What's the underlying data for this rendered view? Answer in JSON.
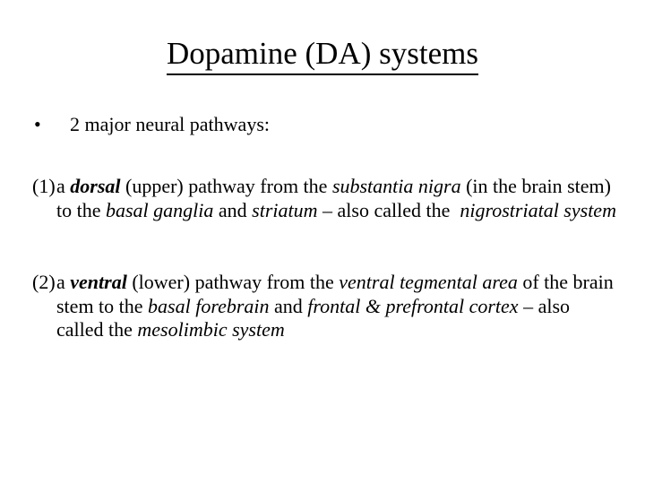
{
  "slide": {
    "title": "Dopamine (DA) systems",
    "background_color": "#ffffff",
    "text_color": "#000000"
  },
  "body": {
    "bullet": {
      "marker": "•",
      "text": "2 major neural pathways:"
    },
    "items": [
      {
        "marker": "(1)",
        "runs": [
          {
            "text": "a ",
            "style": "normal"
          },
          {
            "text": "dorsal",
            "style": "bold-italic"
          },
          {
            "text": " (upper) pathway from the ",
            "style": "normal"
          },
          {
            "text": "substantia nigra",
            "style": "italic"
          },
          {
            "text": " (in the brain stem) to the ",
            "style": "normal"
          },
          {
            "text": "basal ganglia",
            "style": "italic"
          },
          {
            "text": " and ",
            "style": "normal"
          },
          {
            "text": "striatum",
            "style": "italic"
          },
          {
            "text": " – also called the  ",
            "style": "normal"
          },
          {
            "text": "nigrostriatal system",
            "style": "italic"
          }
        ],
        "plain": "a dorsal (upper) pathway from the substantia nigra (in the brain stem) to the basal ganglia and striatum – also called the  nigrostriatal system"
      },
      {
        "marker": "(2)",
        "runs": [
          {
            "text": "a ",
            "style": "normal"
          },
          {
            "text": "ventral",
            "style": "bold-italic"
          },
          {
            "text": " (lower) pathway from the ",
            "style": "normal"
          },
          {
            "text": "ventral tegmental area",
            "style": "italic"
          },
          {
            "text": " of the brain stem to the ",
            "style": "normal"
          },
          {
            "text": "basal forebrain",
            "style": "italic"
          },
          {
            "text": " and ",
            "style": "normal"
          },
          {
            "text": "frontal & prefrontal cortex",
            "style": "italic"
          },
          {
            "text": " – also called the ",
            "style": "normal"
          },
          {
            "text": "mesolimbic system",
            "style": "italic"
          }
        ],
        "plain": "a ventral (lower) pathway from the ventral tegmental area of the brain stem to the basal forebrain and frontal & prefrontal cortex – also called the mesolimbic system"
      }
    ]
  },
  "text_fragments": {
    "p1_a": "a ",
    "p1_dorsal": "dorsal",
    "p1_upper": " (upper) pathway from the ",
    "p1_sn": "substantia nigra",
    "p1_brainstem": " (in the brain stem) to the ",
    "p1_bg": "basal ganglia",
    "p1_and": " and ",
    "p1_striatum": "striatum",
    "p1_also": " – also called the  ",
    "p1_nigro": "nigrostriatal system",
    "p2_a": "a ",
    "p2_ventral": "ventral",
    "p2_lower": " (lower) pathway from the ",
    "p2_vta": "ventral tegmental area",
    "p2_ofbrain": " of the brain stem to the ",
    "p2_bf": "basal forebrain",
    "p2_and": " and ",
    "p2_cortex": "frontal & prefrontal cortex",
    "p2_also": " – also called the ",
    "p2_meso": "mesolimbic system"
  }
}
